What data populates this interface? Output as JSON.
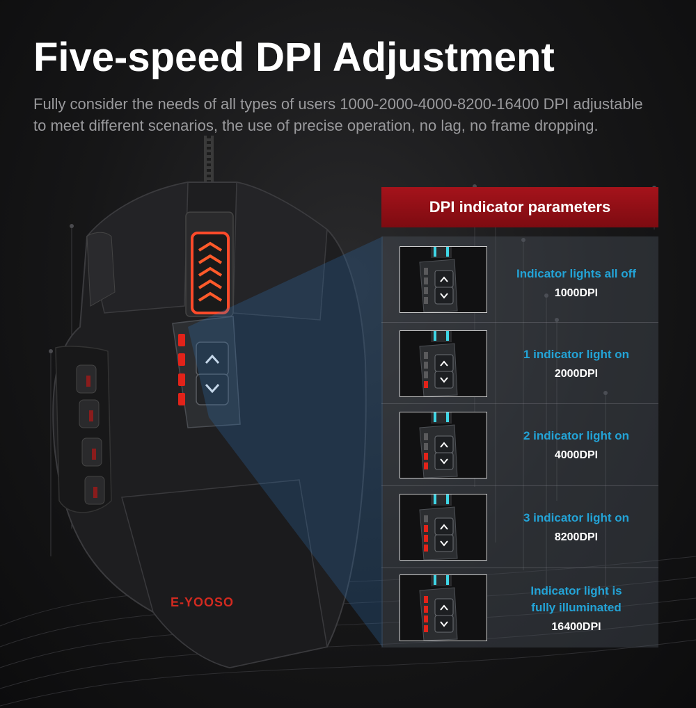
{
  "title": "Five-speed DPI Adjustment",
  "subtitle": "Fully consider the needs of all types of users 1000-2000-4000-8200-16400 DPI adjustable to meet different scenarios, the use of precise operation, no lag, no frame dropping.",
  "brand": "E-YOOSO",
  "panel": {
    "header": "DPI indicator parameters",
    "rows": [
      {
        "description": "Indicator lights all off",
        "dpi": "1000DPI",
        "lights_on": 0
      },
      {
        "description": "1 indicator light on",
        "dpi": "2000DPI",
        "lights_on": 1
      },
      {
        "description": "2 indicator light on",
        "dpi": "4000DPI",
        "lights_on": 2
      },
      {
        "description": "3 indicator light on",
        "dpi": "8200DPI",
        "lights_on": 3
      },
      {
        "description": "Indicator light is fully illuminated",
        "dpi": "16400DPI",
        "lights_on": 4
      }
    ]
  },
  "colors": {
    "header_red": "#a5131b",
    "indicator_red": "#e2231a",
    "indicator_off": "#5a5a5c",
    "description_blue": "#23a3d6",
    "scroll_cyan": "#3fd6e6"
  },
  "icons": [
    "up-arrow-icon",
    "down-arrow-icon"
  ]
}
